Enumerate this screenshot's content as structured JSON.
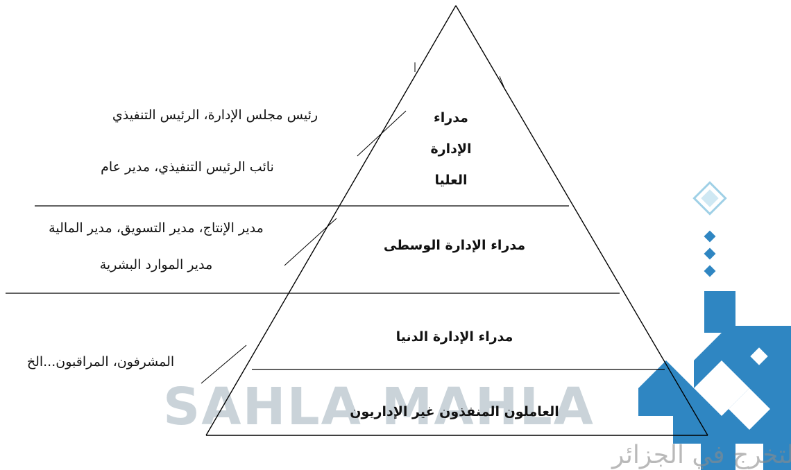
{
  "pyramid": {
    "levels": [
      {
        "label_lines": [
          "مدراء",
          "الإدارة",
          "العليا"
        ]
      },
      {
        "label_lines": [
          "مدراء الإدارة الوسطى"
        ]
      },
      {
        "label_lines": [
          "مدراء الإدارة الدنيا"
        ]
      },
      {
        "label_lines": [
          "العاملون المنفذون غير الإداريون"
        ]
      }
    ]
  },
  "side_labels": {
    "top_line1": "رئيس مجلس الإدارة، الرئيس التنفيذي",
    "top_line2": "نائب الرئيس التنفيذي، مدير عام",
    "middle_line1": "مدير الإنتاج، مدير التسويق، مدير المالية",
    "middle_line2": "مدير الموارد البشرية",
    "lower": "المشرفون، المراقبون...الخ"
  },
  "watermark": {
    "brand": "SAHLA MAHLA",
    "tagline": "المصدر الأول لمذكرات التخرج في الجزائر",
    "logo_icon": "arabic-calligraphy-logo-icon",
    "colors": {
      "blue": "#2f86c2",
      "gray": "#9fb0bb"
    }
  }
}
